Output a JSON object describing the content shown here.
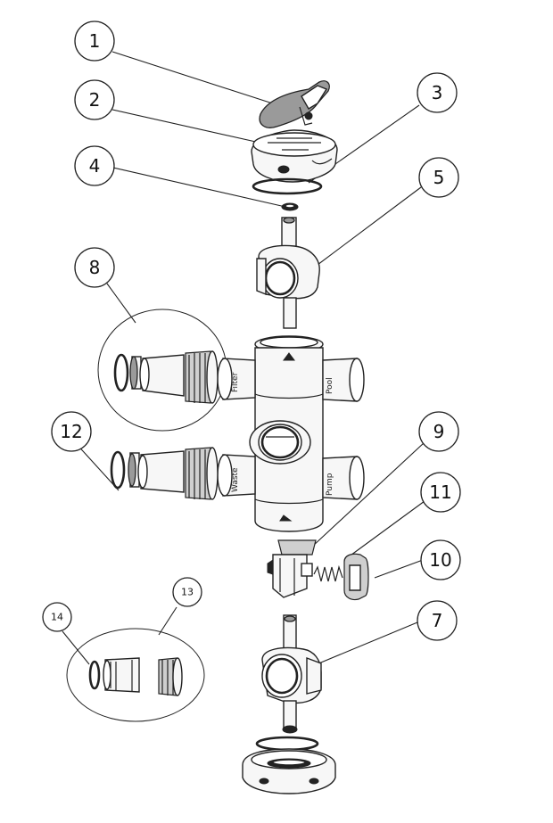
{
  "diagram": {
    "callouts": [
      {
        "id": "1",
        "label": "1"
      },
      {
        "id": "2",
        "label": "2"
      },
      {
        "id": "3",
        "label": "3"
      },
      {
        "id": "4",
        "label": "4"
      },
      {
        "id": "5",
        "label": "5"
      },
      {
        "id": "7",
        "label": "7"
      },
      {
        "id": "8",
        "label": "8"
      },
      {
        "id": "9",
        "label": "9"
      },
      {
        "id": "10",
        "label": "10"
      },
      {
        "id": "11",
        "label": "11"
      },
      {
        "id": "12",
        "label": "12"
      },
      {
        "id": "13",
        "label": "13"
      },
      {
        "id": "14",
        "label": "14"
      }
    ],
    "port_labels": {
      "pool": "Pool",
      "pump": "Pump",
      "filter": "Filter",
      "waste": "Waste"
    }
  }
}
